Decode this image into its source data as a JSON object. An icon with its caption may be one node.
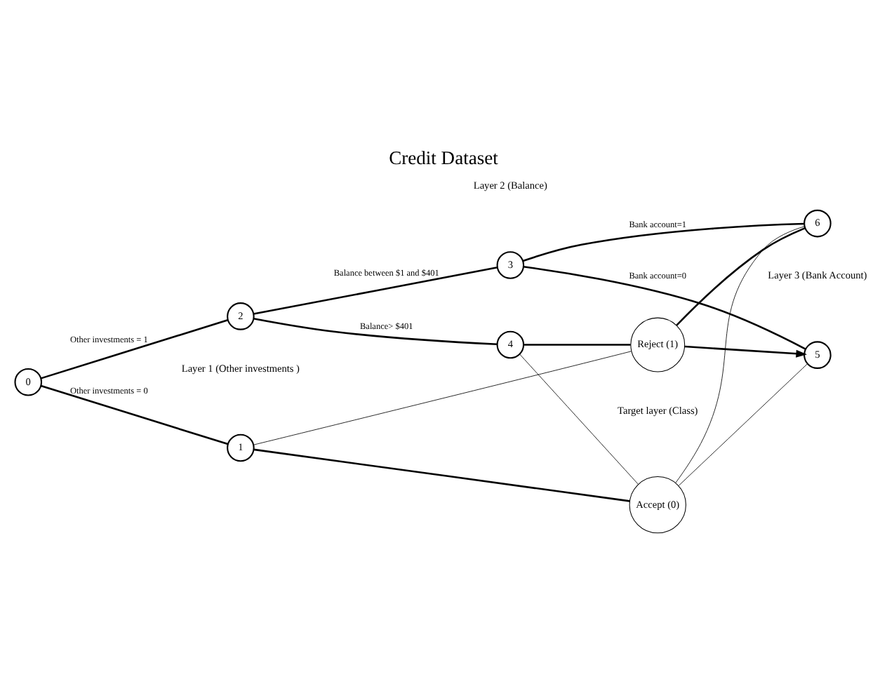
{
  "diagram": {
    "title": "Credit Dataset",
    "nodes": [
      {
        "text": [
          "0"
        ]
      },
      {
        "text": [
          "1"
        ]
      },
      {
        "text": [
          "2"
        ]
      },
      {
        "text": [
          "3"
        ]
      },
      {
        "text": [
          "4"
        ]
      },
      {
        "text": [
          "5"
        ]
      },
      {
        "text": [
          "6"
        ]
      },
      {
        "text": [
          "Accept (0)"
        ]
      },
      {
        "text": [
          "Reject (1)"
        ]
      }
    ],
    "edges": [
      {
        "from": 0,
        "to": 1,
        "arrow": "none",
        "label": "Other investments = 0"
      },
      {
        "from": 0,
        "to": 2,
        "arrow": "none",
        "label": "Other investments = 1"
      },
      {
        "from": 1,
        "to": 7,
        "arrow": "none"
      },
      {
        "from": 1,
        "to": 8,
        "arrow": "none"
      },
      {
        "from": 2,
        "to": 3,
        "arrow": "none",
        "label": "Balance between $1 and $401"
      },
      {
        "from": 2,
        "to": 4,
        "arrow": "none",
        "label": "Balance> $401"
      },
      {
        "from": 3,
        "to": 5,
        "arrow": "none",
        "label": "Bank account=0"
      },
      {
        "from": 3,
        "to": 6,
        "arrow": "none",
        "label": "Bank account=1"
      },
      {
        "from": 5,
        "to": 7,
        "arrow": "none"
      },
      {
        "from": 8,
        "to": 5,
        "arrow": "to"
      },
      {
        "from": 6,
        "to": 7,
        "arrow": "none"
      },
      {
        "from": 6,
        "to": 8,
        "arrow": "none"
      },
      {
        "from": 4,
        "to": 7,
        "arrow": "none"
      },
      {
        "from": 4,
        "to": 8,
        "arrow": "none"
      }
    ],
    "labels": [
      "Layer 1 (Other investments )",
      "Layer 2 (Balance)",
      "Layer 3 (Bank Account)",
      "Target layer (Class)"
    ]
  }
}
